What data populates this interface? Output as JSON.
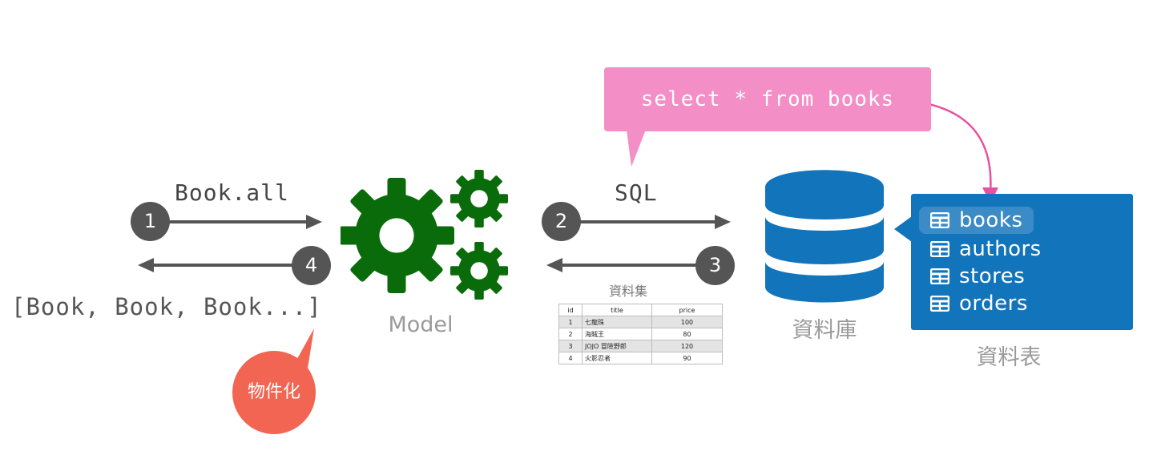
{
  "step_labels": {
    "step1": "Book.all",
    "step2": "SQL"
  },
  "badges": [
    "1",
    "2",
    "3",
    "4"
  ],
  "result": "[Book, Book, Book...]",
  "objectify_label": "物件化",
  "model_caption": "Model",
  "database_caption": "資料庫",
  "table_caption": "資料表",
  "dataset": {
    "caption": "資料集",
    "columns": [
      "id",
      "title",
      "price"
    ],
    "rows": [
      [
        "1",
        "七龍珠",
        "100"
      ],
      [
        "2",
        "海賊王",
        "80"
      ],
      [
        "3",
        "JOJO 冒險野郎",
        "120"
      ],
      [
        "4",
        "火影忍者",
        "90"
      ]
    ]
  },
  "sql_query": "select * from books",
  "tables": [
    "books",
    "authors",
    "stores",
    "orders"
  ],
  "colors": {
    "model_green": "#0a6b0a",
    "database_blue": "#1274bb",
    "sql_pink": "#f48ec6",
    "badge_gray": "#555555",
    "objectify_red": "#f26552"
  }
}
